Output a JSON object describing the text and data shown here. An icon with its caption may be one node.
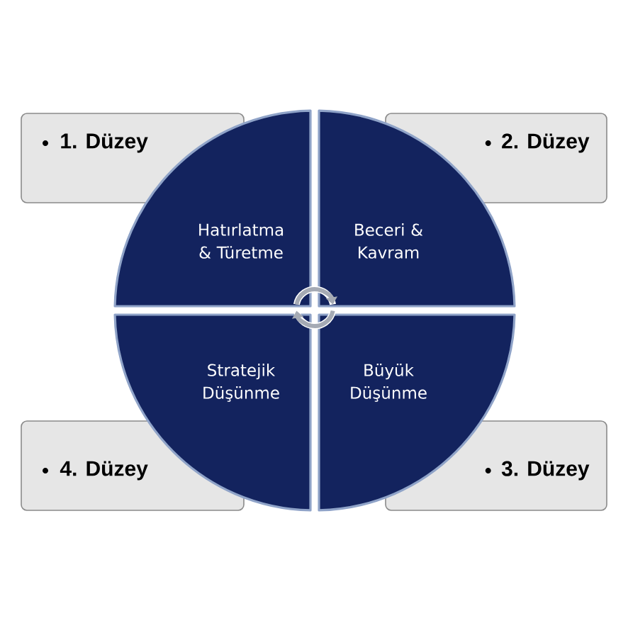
{
  "diagram": {
    "nodes": [
      {
        "text": [
          "1. Düzey"
        ]
      },
      {
        "text": [
          "2. Düzey"
        ]
      },
      {
        "text": [
          "Hatırlatma & Türetme"
        ]
      },
      {
        "text": [
          "Beceri & Kavram"
        ]
      },
      {
        "text": [
          "Stratejik Düşünme"
        ]
      },
      {
        "text": [
          "Büyük Düşünme"
        ]
      },
      {
        "text": [
          "4. Düzey"
        ]
      },
      {
        "text": [
          "3. Düzey"
        ]
      }
    ],
    "edges": [
      {
        "from": 2,
        "to": 3,
        "arrow": "to"
      },
      {
        "from": 5,
        "to": 4,
        "arrow": "to"
      }
    ]
  }
}
